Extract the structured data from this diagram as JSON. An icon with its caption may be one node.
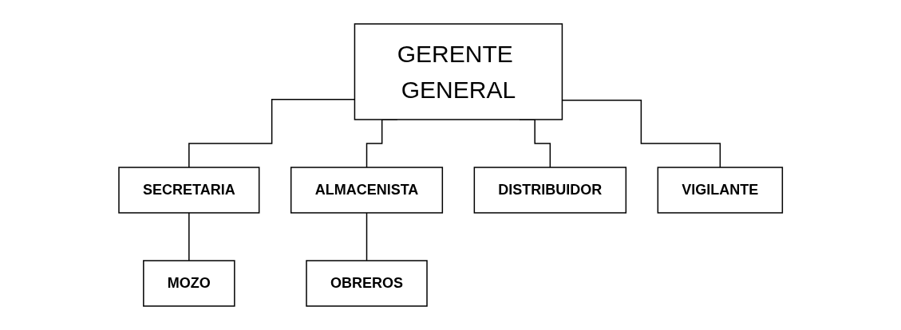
{
  "diagram": {
    "nodes": [
      {
        "text": [
          "GERENTE GENERAL"
        ]
      },
      {
        "text": [
          "SECRETARIA"
        ]
      },
      {
        "text": [
          "ALMACENISTA"
        ]
      },
      {
        "text": [
          "DISTRIBUIDOR"
        ]
      },
      {
        "text": [
          "VIGILANTE"
        ]
      },
      {
        "text": [
          "MOZO"
        ]
      },
      {
        "text": [
          "OBREROS"
        ]
      }
    ],
    "edges": [
      {
        "from": 0,
        "to": 1,
        "arrow": "none"
      },
      {
        "from": 0,
        "to": 2,
        "arrow": "none"
      },
      {
        "from": 0,
        "to": 3,
        "arrow": "none"
      },
      {
        "from": 0,
        "to": 4,
        "arrow": "none"
      },
      {
        "from": 1,
        "to": 5,
        "arrow": "none"
      },
      {
        "from": 2,
        "to": 6,
        "arrow": "none"
      }
    ]
  }
}
